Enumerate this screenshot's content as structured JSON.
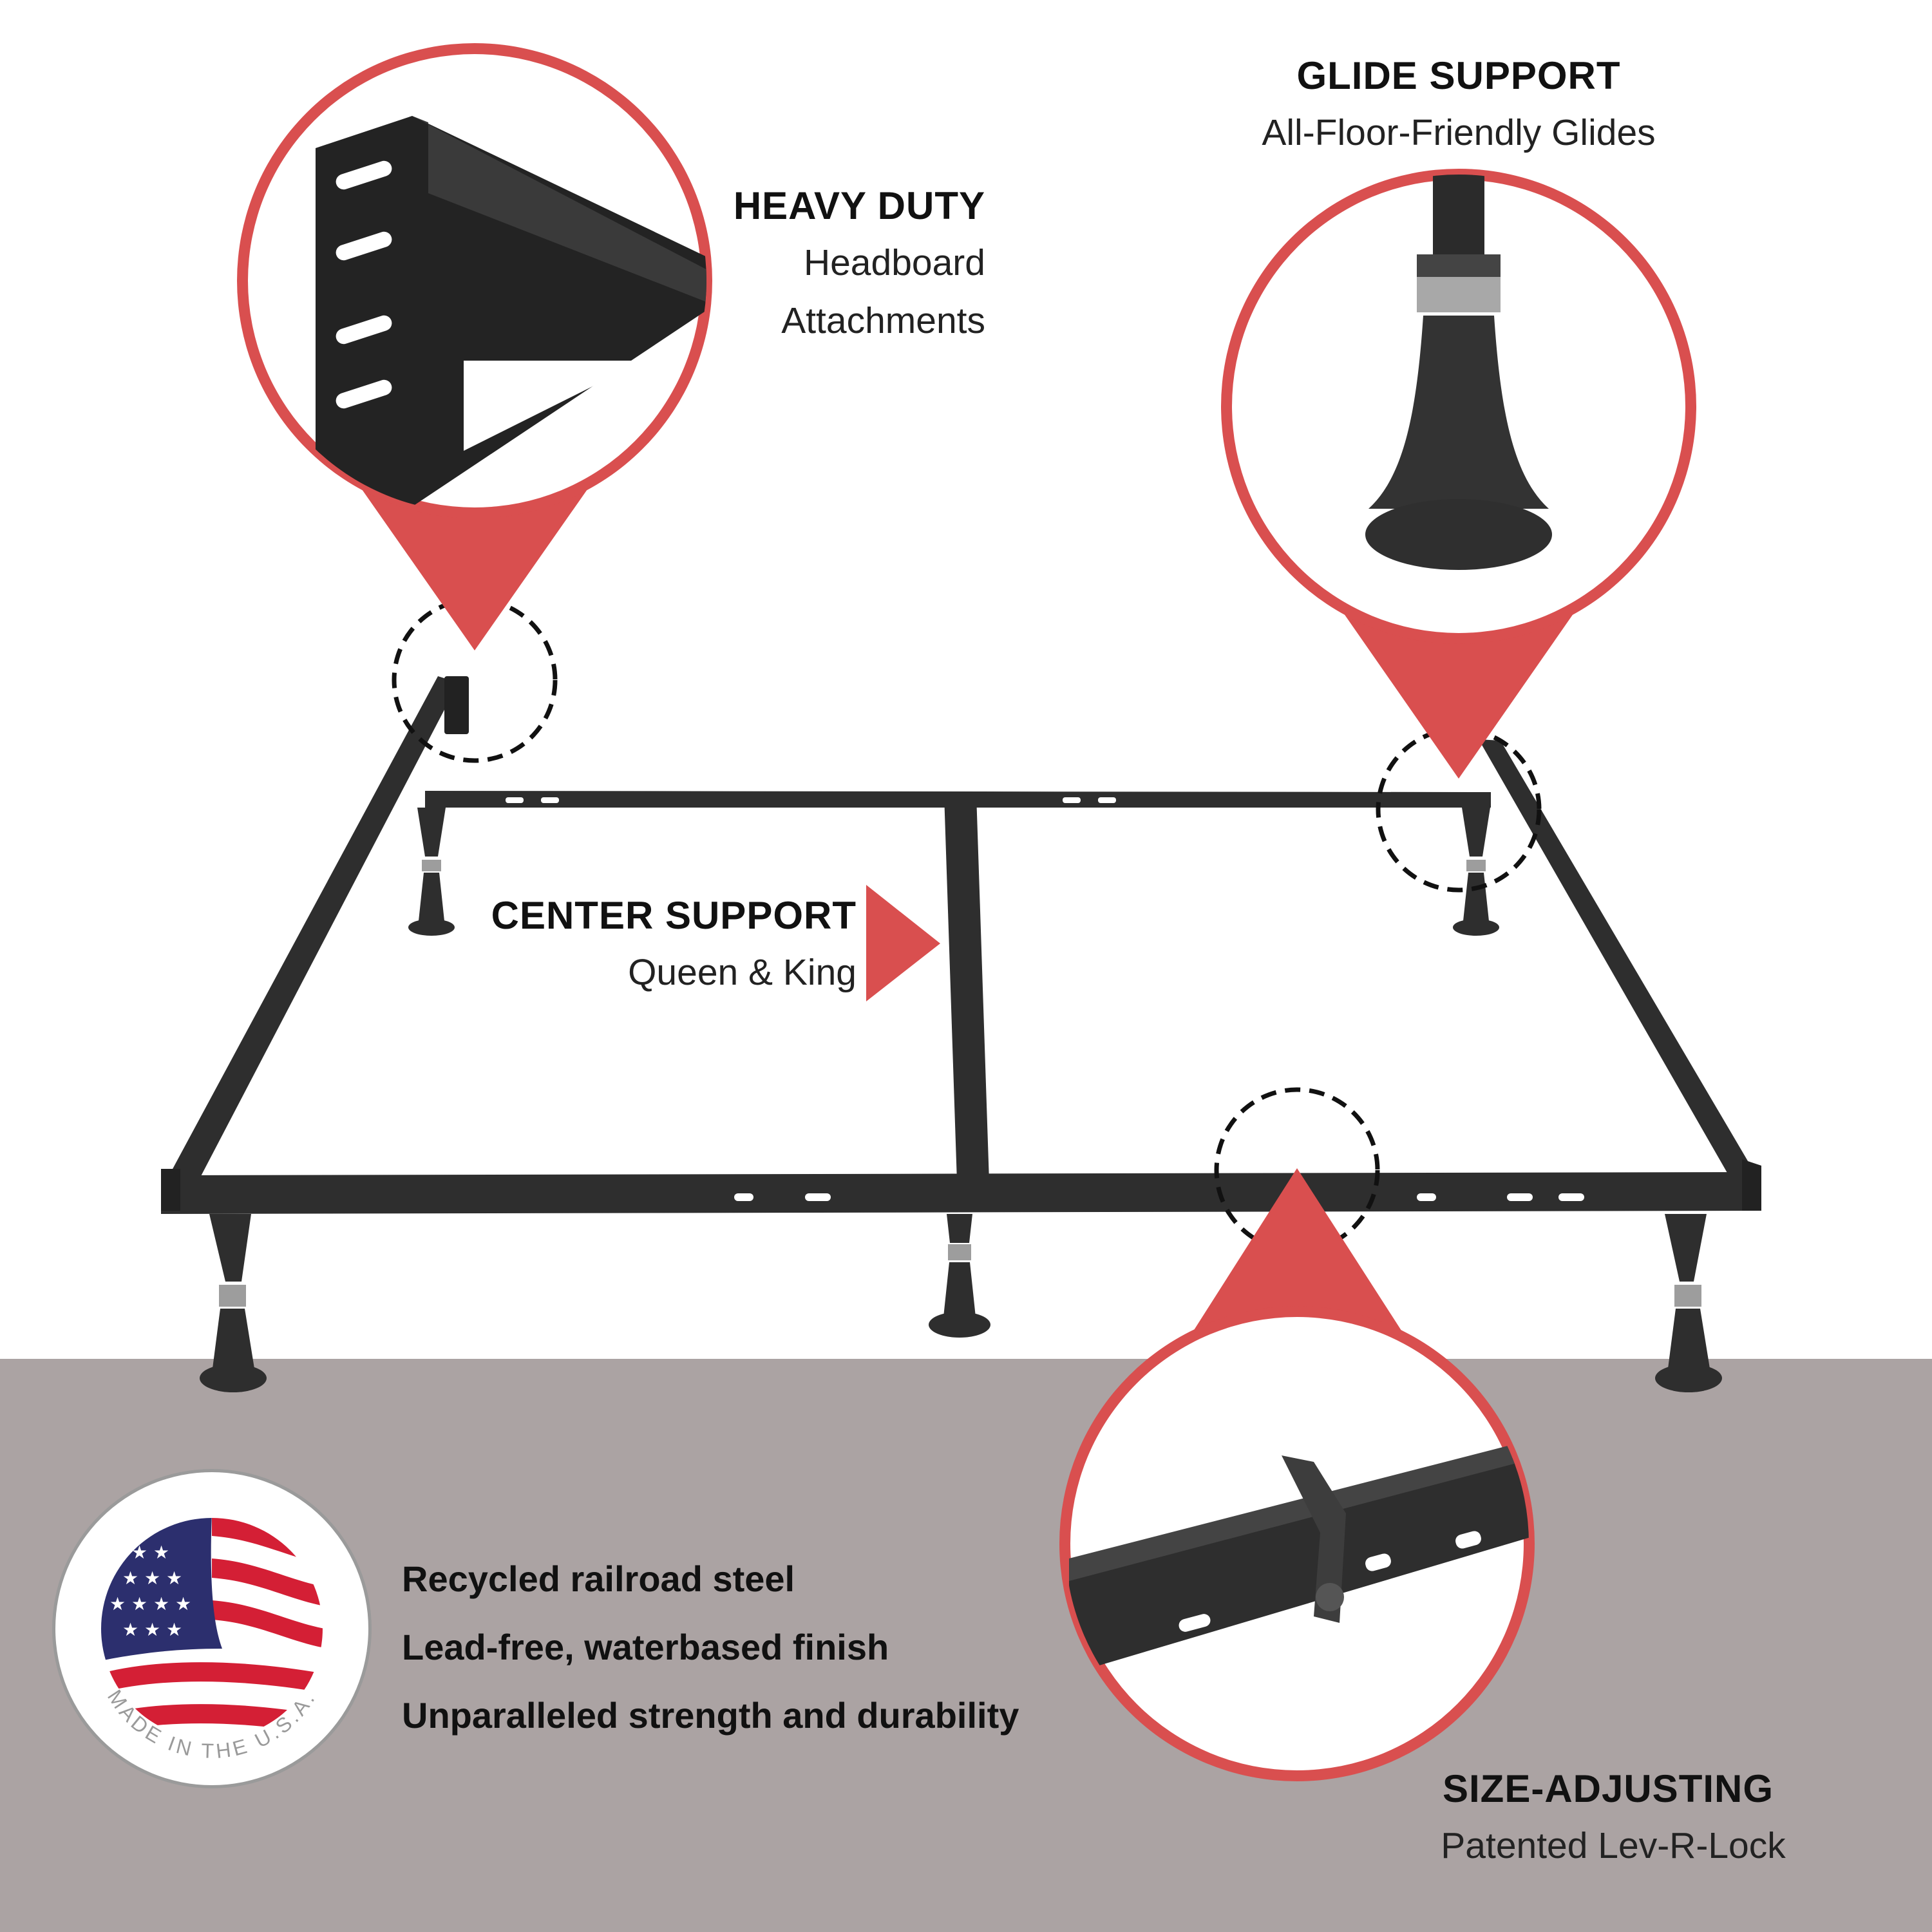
{
  "colors": {
    "accent": "#d94f4f",
    "floor": "#aba3a3",
    "steel": "#2e2e2e",
    "badge_text": "#9a9a9a"
  },
  "callouts": {
    "heavy_duty": {
      "title": "HEAVY DUTY",
      "lines": [
        "Headboard",
        "Attachments"
      ]
    },
    "glide_support": {
      "title": "GLIDE SUPPORT",
      "subtitle": "All-Floor-Friendly Glides"
    },
    "center_support": {
      "title": "CENTER SUPPORT",
      "subtitle": "Queen & King"
    },
    "size_adjusting": {
      "title": "SIZE-ADJUSTING",
      "subtitle": "Patented Lev-R-Lock"
    }
  },
  "features": [
    "Recycled railroad steel",
    "Lead-free, waterbased finish",
    "Unparalleled strength and durability"
  ],
  "badge": {
    "text": "MADE IN THE U.S.A.",
    "icon": "us-flag-icon"
  }
}
